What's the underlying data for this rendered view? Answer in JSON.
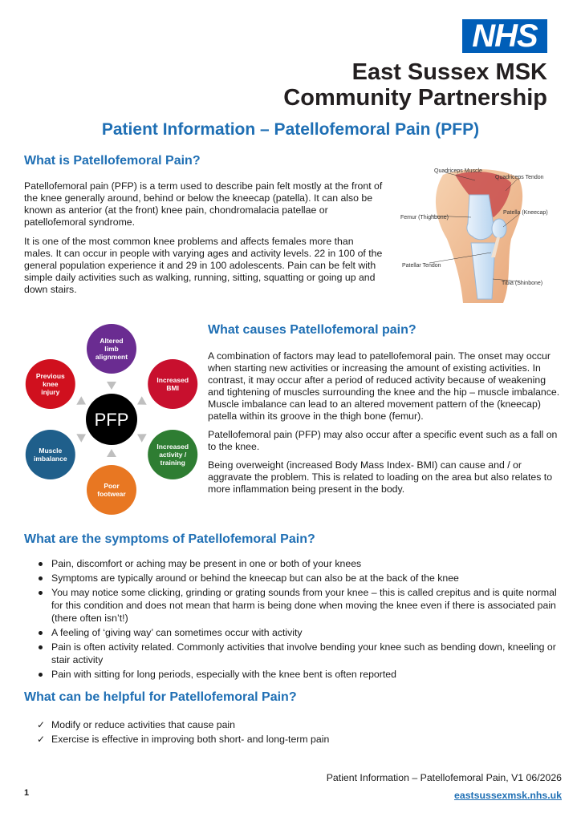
{
  "header": {
    "logo_text": "NHS",
    "org_line1": "East Sussex MSK",
    "org_line2": "Community Partnership"
  },
  "title": "Patient Information – Patellofemoral Pain (PFP)",
  "section_what": {
    "heading": "What is Patellofemoral Pain?",
    "para1": "Patellofemoral pain (PFP) is a term used to describe pain felt mostly at the front of the knee generally around, behind or below the kneecap (patella). It can also be known as anterior (at the front) knee pain, chondromalacia patellae or patellofemoral syndrome.",
    "para2": "It is one of the most common knee problems and affects females more than males. It can occur in people with varying ages and activity levels. 22 in 100 of the general population experience it and 29 in 100 adolescents. Pain can be felt with simple daily activities such as walking, running, sitting, squatting or going up and down stairs."
  },
  "knee_figure": {
    "labels": {
      "quadriceps_muscle": "Quadriceps Muscle",
      "quadriceps_tendon": "Quadriceps Tendon",
      "femur": "Femur (Thighbone)",
      "patella": "Patella (Kneecap)",
      "patellar_tendon": "Patellar Tendon",
      "tibia": "Tibia (Shinbone)"
    }
  },
  "diagram": {
    "center": "PFP",
    "nodes": [
      {
        "lines": [
          "Altered",
          "limb",
          "alignment"
        ],
        "color": "#6a2c91"
      },
      {
        "lines": [
          "Increased",
          "BMI"
        ],
        "color": "#c8102e"
      },
      {
        "lines": [
          "Increased",
          "activity /",
          "training"
        ],
        "color": "#2e7d32"
      },
      {
        "lines": [
          "Poor",
          "footwear"
        ],
        "color": "#e87722"
      },
      {
        "lines": [
          "Muscle",
          "imbalance"
        ],
        "color": "#1f5f8b"
      },
      {
        "lines": [
          "Previous",
          "knee",
          "injury"
        ],
        "color": "#d0101e"
      }
    ],
    "arrow_color": "#bfbfbf",
    "center_color": "#000000"
  },
  "section_causes": {
    "heading": "What causes Patellofemoral pain?",
    "para1": "A combination of factors may lead to patellofemoral pain. The onset may occur when starting new activities or increasing the amount of existing activities. In contrast, it may occur after a period of reduced activity because of weakening and tightening of muscles surrounding the knee and the hip – muscle imbalance. Muscle imbalance can lead to an altered movement pattern of the (kneecap) patella within its groove in the thigh bone (femur).",
    "para2": "Patellofemoral pain (PFP) may also occur after a specific event such as a fall on to the knee.",
    "para3": "Being overweight (increased Body Mass Index- BMI) can cause and / or aggravate the problem. This is related to loading on the area but also relates to more inflammation being present in the body."
  },
  "section_symptoms": {
    "heading": "What are the symptoms of Patellofemoral Pain?",
    "items": [
      "Pain, discomfort or aching may be present in one or both of your knees",
      "Symptoms are typically around or behind the kneecap but can also be at the back of the knee",
      "You may notice some clicking, grinding or grating sounds from your knee – this is called crepitus and is quite normal for this condition and does not mean that harm is being done when moving the knee even if there is associated pain (there often isn’t!)",
      "A feeling of ‘giving way’ can sometimes occur with activity",
      "Pain is often activity related.  Commonly activities that involve bending your knee such as bending down, kneeling or stair activity",
      "Pain with sitting for long periods, especially with the knee bent is often reported"
    ]
  },
  "section_helpful": {
    "heading": "What can be helpful for Patellofemoral Pain?",
    "items": [
      "Modify or reduce activities that cause pain",
      "Exercise is effective in improving both short- and long-term pain"
    ]
  },
  "footer": {
    "doc_ref": "Patient Information – Patellofemoral Pain, V1 06/2026",
    "link": "eastsussexmsk.nhs.uk",
    "page_number": "1"
  },
  "colors": {
    "nhs_blue": "#005eb8",
    "heading_blue": "#1f6fb4"
  }
}
